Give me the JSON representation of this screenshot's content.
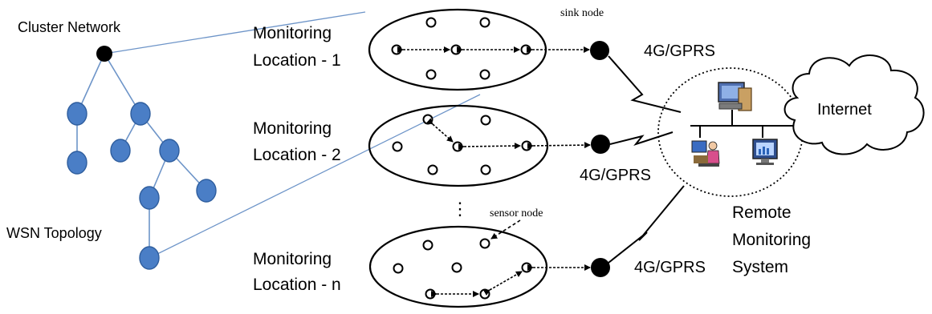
{
  "labels": {
    "cluster_network": "Cluster Network",
    "wsn_topology": "WSN Topology",
    "sink_node": "sink node",
    "sensor_node": "sensor node",
    "internet": "Internet",
    "remote_monitoring_line1": "Remote",
    "remote_monitoring_line2": "Monitoring",
    "remote_monitoring_line3": "System",
    "ellipsis": "⋮"
  },
  "locations": [
    {
      "line1": "Monitoring",
      "line2": "Location - 1",
      "link": "4G/GPRS"
    },
    {
      "line1": "Monitoring",
      "line2": "Location - 2",
      "link": "4G/GPRS"
    },
    {
      "line1": "Monitoring",
      "line2": "Location - n",
      "link": "4G/GPRS"
    }
  ],
  "colors": {
    "tree_node": "#4a7ec6",
    "tree_node_stroke": "#2f5e9e",
    "tree_edge": "#6d94c8",
    "root_node": "#000000",
    "ink": "#000000"
  },
  "icons": [
    "computer-icon",
    "person-workstation-icon",
    "monitor-chart-icon",
    "cloud-icon",
    "lightning-link-icon"
  ]
}
